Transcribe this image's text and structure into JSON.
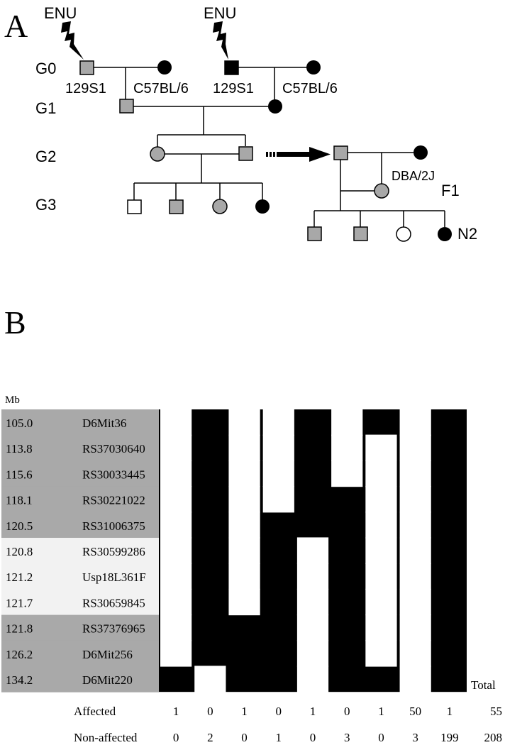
{
  "panel_a": {
    "label": "A",
    "mutagen": "ENU",
    "generations": [
      "G0",
      "G1",
      "G2",
      "G3"
    ],
    "strains": {
      "s129": "129S1",
      "c57": "C57BL/6",
      "dba": "DBA/2J"
    },
    "cross_labels": {
      "f1": "F1",
      "n2": "N2"
    }
  },
  "panel_b": {
    "label": "B",
    "unit_header": "Mb",
    "markers": [
      {
        "mb": "105.0",
        "name": "D6Mit36",
        "shade": "dark"
      },
      {
        "mb": "113.8",
        "name": "RS37030640",
        "shade": "dark"
      },
      {
        "mb": "115.6",
        "name": "RS30033445",
        "shade": "dark"
      },
      {
        "mb": "118.1",
        "name": "RS30221022",
        "shade": "dark"
      },
      {
        "mb": "120.5",
        "name": "RS31006375",
        "shade": "dark"
      },
      {
        "mb": "120.8",
        "name": "RS30599286",
        "shade": "light"
      },
      {
        "mb": "121.2",
        "name": "Usp18L361F",
        "shade": "light"
      },
      {
        "mb": "121.7",
        "name": "RS30659845",
        "shade": "light"
      },
      {
        "mb": "121.8",
        "name": "RS37376965",
        "shade": "dark"
      },
      {
        "mb": "126.2",
        "name": "D6Mit256",
        "shade": "dark"
      },
      {
        "mb": "134.2",
        "name": "D6Mit220",
        "shade": "dark"
      }
    ],
    "haplotypes": [
      [
        1,
        1,
        1,
        1,
        1,
        1,
        1,
        1,
        1,
        1,
        0
      ],
      [
        0,
        0,
        0,
        0,
        0,
        0,
        0,
        0,
        0,
        0,
        1
      ],
      [
        1,
        1,
        1,
        1,
        1,
        1,
        1,
        1,
        0,
        0,
        0
      ],
      [
        1,
        1,
        1,
        1,
        0,
        0,
        0,
        0,
        0,
        0,
        0
      ],
      [
        0,
        0,
        0,
        0,
        0,
        1,
        1,
        1,
        1,
        1,
        1
      ],
      [
        1,
        1,
        1,
        0,
        0,
        0,
        0,
        0,
        0,
        0,
        0
      ],
      [
        0,
        1,
        1,
        1,
        1,
        1,
        1,
        1,
        1,
        1,
        0
      ],
      [
        1,
        1,
        1,
        1,
        1,
        1,
        1,
        1,
        1,
        1,
        1
      ],
      [
        0,
        0,
        0,
        0,
        0,
        0,
        0,
        0,
        0,
        0,
        0
      ]
    ],
    "totals_label": "Total",
    "rows": [
      {
        "label": "Affected",
        "counts": [
          "1",
          "0",
          "1",
          "0",
          "1",
          "0",
          "1",
          "50",
          "1"
        ],
        "total": "55"
      },
      {
        "label": "Non-affected",
        "counts": [
          "0",
          "2",
          "0",
          "1",
          "0",
          "3",
          "0",
          "3",
          "199"
        ],
        "total": "208"
      }
    ]
  }
}
